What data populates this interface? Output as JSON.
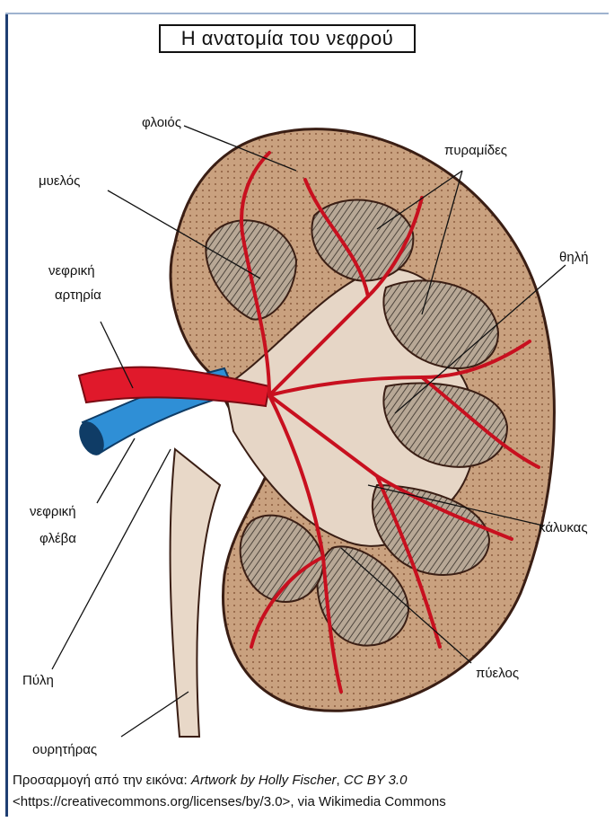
{
  "title": "Η ανατομία του νεφρού",
  "labels": {
    "cortex": "φλοιός",
    "pyramids": "πυραμίδες",
    "medulla": "μυελός",
    "papilla": "θηλή",
    "renal_artery_1": "νεφρική",
    "renal_artery_2": "αρτηρία",
    "renal_vein_1": "νεφρική",
    "renal_vein_2": "φλέβα",
    "calyx": "κάλυκας",
    "hilum": "Πύλη",
    "pelvis": "πύελος",
    "ureter": "ουρητήρας"
  },
  "credit": {
    "prefix": "Προσαρμογή από την εικόνα: ",
    "artwork": "Artwork by Holly Fischer",
    "separator": ", ",
    "license": "CC BY 3.0",
    "line2": "<https://creativecommons.org/licenses/by/3.0>, via Wikimedia Commons"
  },
  "colors": {
    "kidney_fill": "#c9a98a",
    "cortex_fill": "#b88c6c",
    "artery": "#e0192b",
    "vein": "#2f8fd6",
    "pelvis_fill": "#e6d6c6",
    "pyramid_fill": "#8e8378",
    "outline": "#3a1e14"
  }
}
